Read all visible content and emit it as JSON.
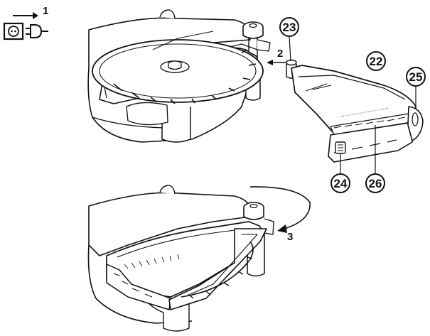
{
  "steps": {
    "unplug": "1",
    "attach": "2",
    "rotate": "3"
  },
  "callouts": {
    "c22": "22",
    "c23": "23",
    "c24": "24",
    "c25": "25",
    "c26": "26"
  },
  "icon": "power-plug-icon"
}
